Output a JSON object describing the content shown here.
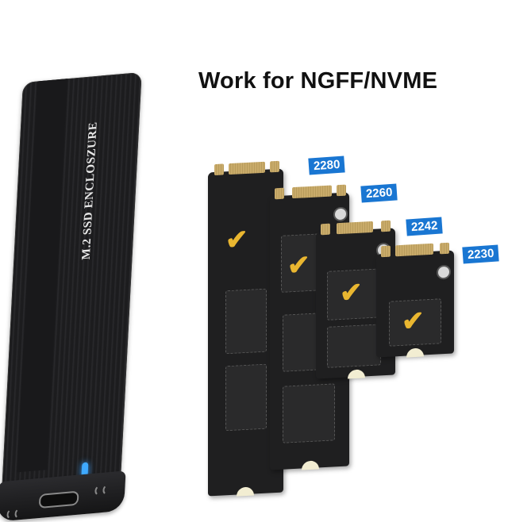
{
  "headline": "Work for NGFF/NVME",
  "enclosure": {
    "label": "M.2 SSD ENCLOSZURE",
    "led_color": "#3fa9ff",
    "port": "USB-C"
  },
  "ssd_sizes": [
    {
      "label": "2280"
    },
    {
      "label": "2260"
    },
    {
      "label": "2242"
    },
    {
      "label": "2230"
    }
  ],
  "check_glyph": "✔",
  "colors": {
    "tag_blue": "#1976d2",
    "check_gold": "#e9b630",
    "pcb": "#1f1f20"
  }
}
